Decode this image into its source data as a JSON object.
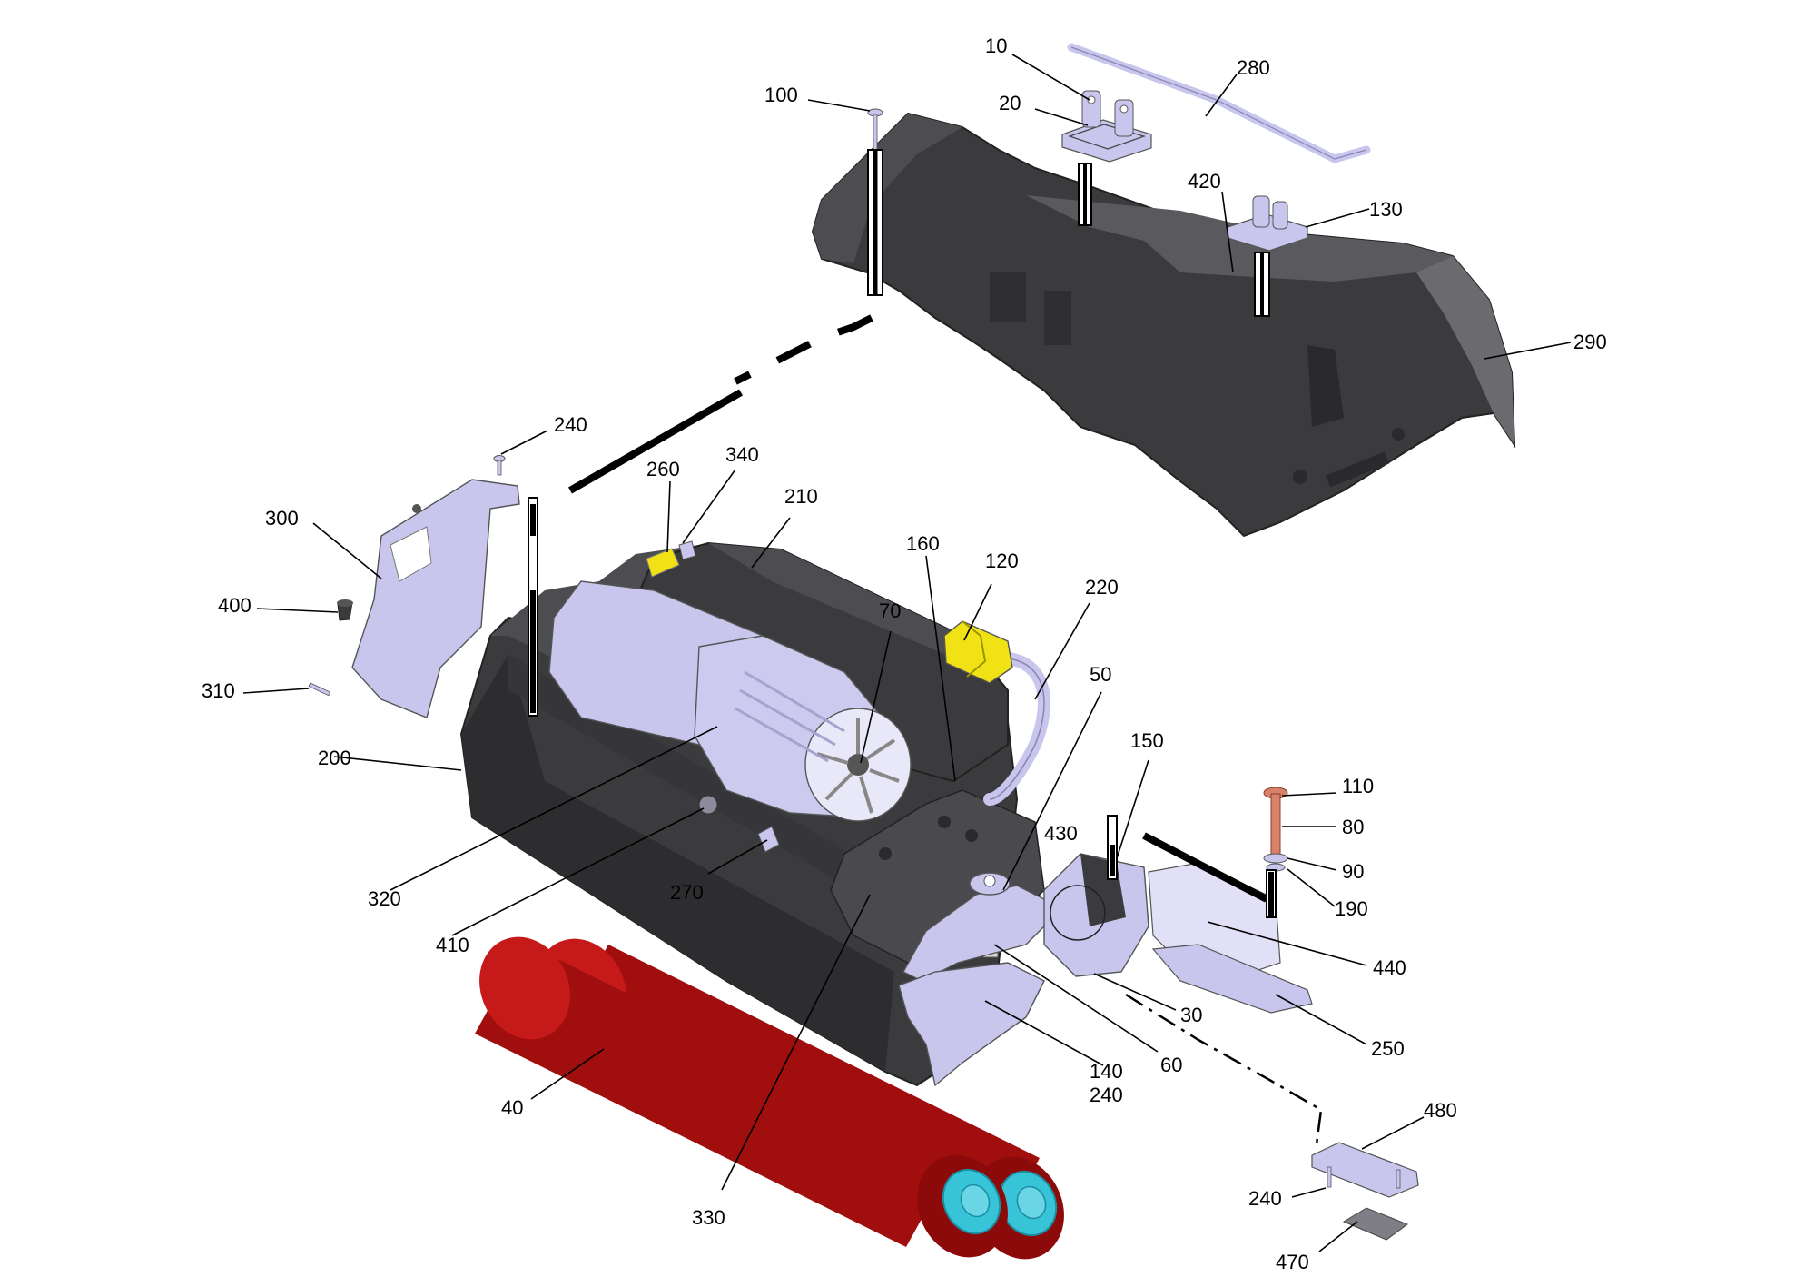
{
  "callouts": {
    "c10": "10",
    "c20": "20",
    "c30": "30",
    "c40": "40",
    "c50": "50",
    "c60": "60",
    "c70": "70",
    "c80": "80",
    "c90": "90",
    "c100": "100",
    "c110": "110",
    "c120": "120",
    "c130": "130",
    "c140": "140",
    "c150": "150",
    "c160": "160",
    "c190": "190",
    "c200": "200",
    "c210": "210",
    "c220": "220",
    "c240_top": "240",
    "c240_mid": "240",
    "c240_bottom": "240",
    "c250": "250",
    "c260": "260",
    "c270": "270",
    "c280": "280",
    "c290": "290",
    "c300": "300",
    "c310": "310",
    "c320": "320",
    "c330": "330",
    "c340": "340",
    "c400": "400",
    "c410": "410",
    "c420": "420",
    "c430": "430",
    "c440": "440",
    "c470": "470",
    "c480": "480"
  },
  "colors": {
    "housing_dark": "#3b3b3e",
    "housing_light": "#5a5a5e",
    "part_lavender": "#c9c6ee",
    "roller_red": "#a10e0e",
    "roller_cap": "#38c4d8",
    "highlight_yellow": "#f0e214",
    "bolt_copper": "#d9826b"
  }
}
